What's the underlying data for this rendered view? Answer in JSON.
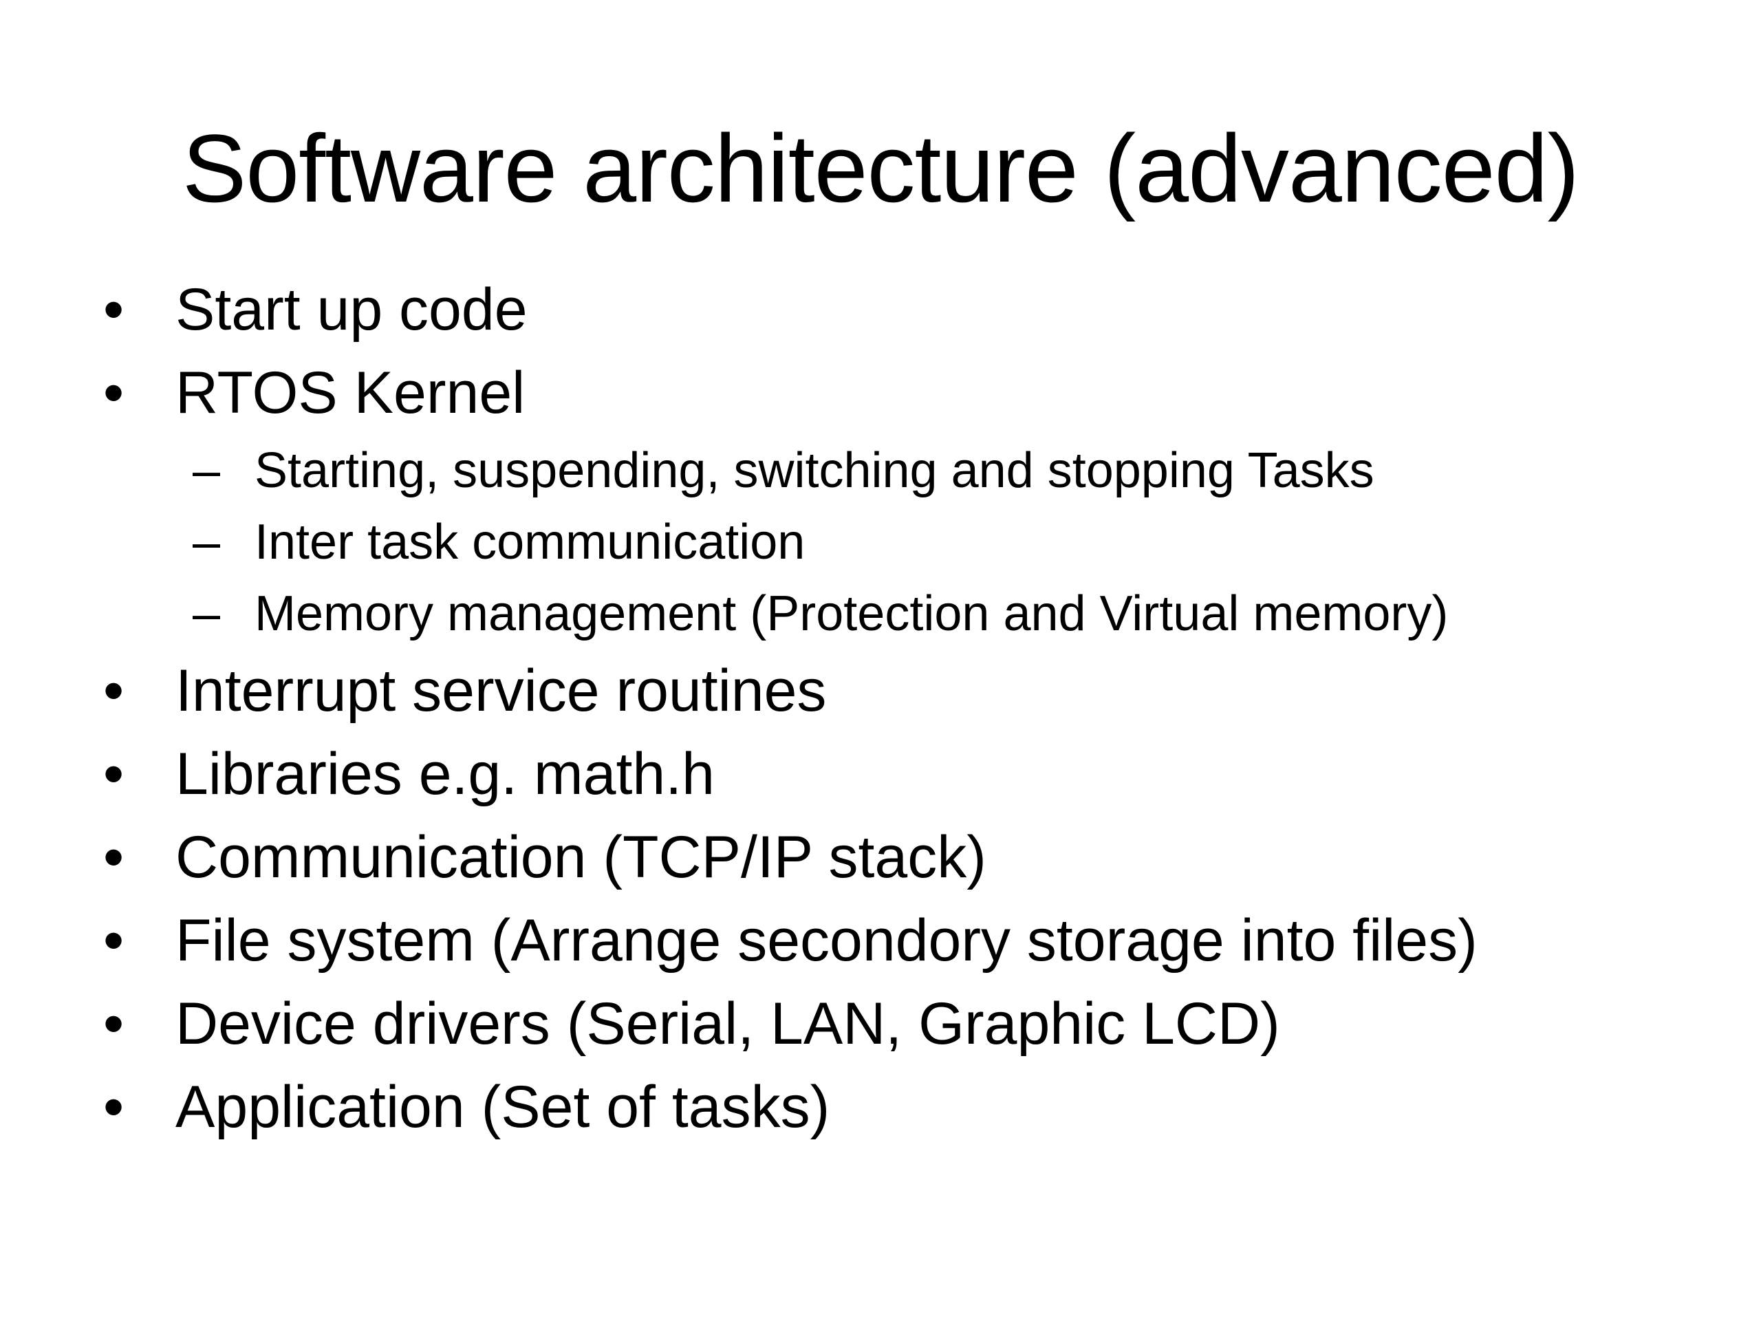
{
  "slide": {
    "title": "Software architecture (advanced)",
    "bullet_glyph": "•",
    "dash_glyph": "–",
    "items": [
      {
        "text": "Start up code"
      },
      {
        "text": "RTOS Kernel"
      },
      {
        "text": "Interrupt service routines"
      },
      {
        "text": "Libraries e.g. math.h"
      },
      {
        "text": "Communication (TCP/IP stack)"
      },
      {
        "text": "File system (Arrange secondory storage into files)"
      },
      {
        "text": "Device drivers (Serial, LAN, Graphic LCD)"
      },
      {
        "text": "Application (Set of tasks)"
      }
    ],
    "rtos_subitems": [
      "Starting, suspending, switching and stopping Tasks",
      "Inter task communication",
      "Memory management (Protection and Virtual memory)"
    ]
  }
}
